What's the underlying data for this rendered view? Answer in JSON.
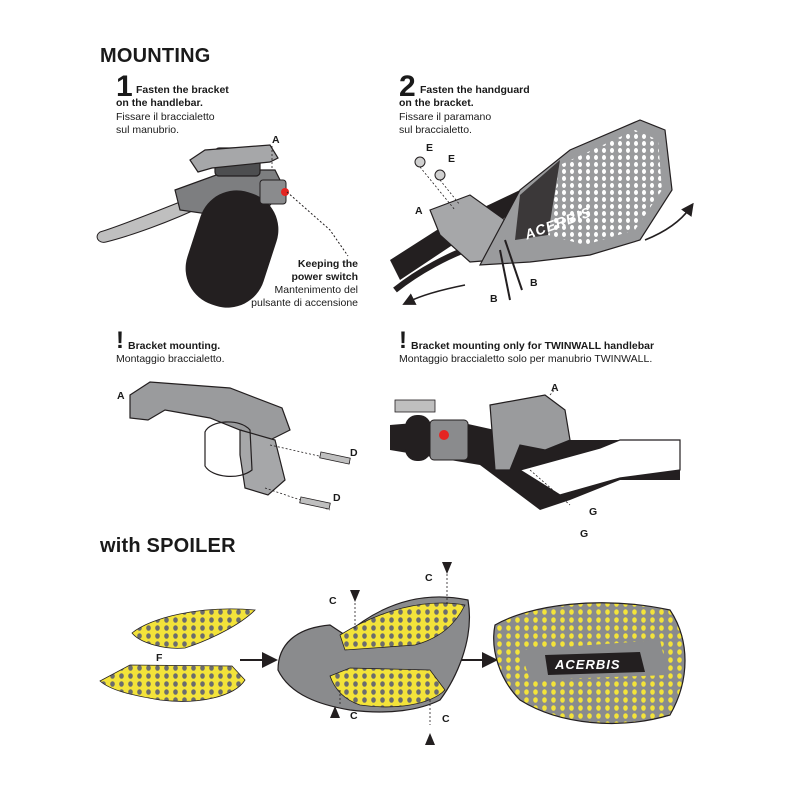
{
  "colors": {
    "yellow": "#f3e33a",
    "grey": "#8a8b8d",
    "light_grey": "#bfbfbf",
    "dark": "#231f20",
    "red": "#e52421"
  },
  "mounting": {
    "title": "MOUNTING",
    "step1": {
      "number": "1",
      "title_line1": "Fasten the bracket",
      "title_line2": "on the handlebar.",
      "it_line1": "Fissare il braccialetto",
      "it_line2": "sul manubrio."
    },
    "step2": {
      "number": "2",
      "title_line1": "Fasten the handguard",
      "title_line2": "on the bracket.",
      "it_line1": "Fissare il paramano",
      "it_line2": "sul braccialetto."
    },
    "switch_note": {
      "en_line1": "Keeping the",
      "en_line2": "power switch",
      "it_line1": "Mantenimento del",
      "it_line2": "pulsante di accensione"
    },
    "note1": {
      "mark": "!",
      "en": "Bracket mounting.",
      "it": "Montaggio braccialetto."
    },
    "note2": {
      "mark": "!",
      "en": "Bracket mounting only for TWINWALL handlebar",
      "it": "Montaggio braccialetto solo per manubrio TWINWALL."
    }
  },
  "spoiler": {
    "title": "with SPOILER"
  },
  "labels": {
    "A": "A",
    "B": "B",
    "C": "C",
    "D": "D",
    "E": "E",
    "F": "F",
    "G": "G"
  },
  "brand": "ACERBIS"
}
